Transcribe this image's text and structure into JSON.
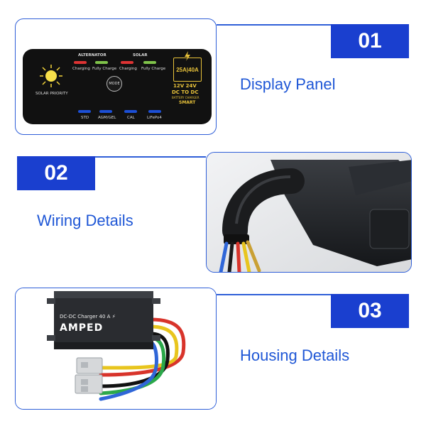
{
  "sections": [
    {
      "number": "01",
      "label": "Display Panel"
    },
    {
      "number": "02",
      "label": "Wiring Details"
    },
    {
      "number": "03",
      "label": "Housing Details"
    }
  ],
  "panel": {
    "alternator": "ALTERNATOR",
    "solar": "SOLAR",
    "charging_1": "Charging",
    "fully_1": "Fully Charge",
    "charging_2": "Charging",
    "fully_2": "Fully Charge",
    "solar_priority": "SOLAR PRIORITY",
    "mode": "MODE",
    "rating": "25A|40A",
    "voltage": "12V 24V",
    "dc": "DC TO DC",
    "bc": "BATTERY CHARGER",
    "smart": "SMART",
    "modes": [
      "STD",
      "AGM/GEL",
      "CAL",
      "LiFePo4"
    ]
  },
  "housing": {
    "model": "DC-DC Charger 40 A",
    "brand": "AMPED"
  },
  "colors": {
    "accent": "#1a3fcf",
    "label": "#1f57d6"
  }
}
